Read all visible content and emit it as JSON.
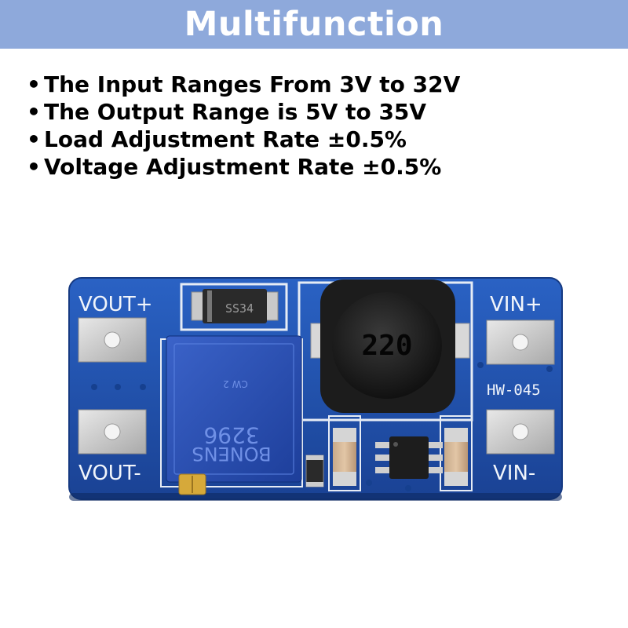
{
  "banner": {
    "title": "Multifunction",
    "color": "#8ea9db"
  },
  "features": [
    "The Input Ranges From 3V to 32V",
    "The Output Range is 5V to 35V",
    "Load Adjustment Rate ±0.5%",
    "Voltage Adjustment Rate ±0.5%"
  ],
  "board": {
    "color": "#1f4fa8",
    "labels": {
      "vout_plus": "VOUT+",
      "vout_minus": "VOUT-",
      "vin_plus": "VIN+",
      "vin_minus": "VIN-",
      "model": "HW-045"
    },
    "inductor_marking": "220",
    "diode_marking": "SS34",
    "potentiometer_marking": "3296",
    "potentiometer_brand": "BONENS",
    "potentiometer_cw": "CW 2"
  }
}
